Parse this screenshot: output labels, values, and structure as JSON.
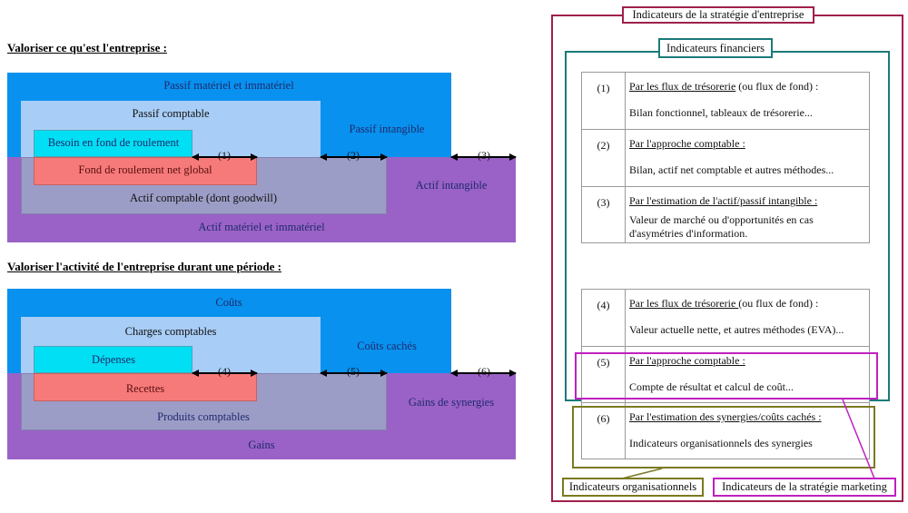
{
  "diagram_top": {
    "heading": "Valoriser ce qu'est l'entreprise :",
    "outer_top_label": "Passif matériel et immatériel",
    "outer_bottom_label": "Actif matériel et immatériel",
    "inner_top_label": "Passif comptable",
    "inner_bottom_label": "Actif comptable (dont goodwill)",
    "core_top_label": "Besoin en fond de roulement",
    "core_bottom_label": "Fond de roulement net global",
    "intangible_top_label": "Passif intangible",
    "intangible_bottom_label": "Actif intangible",
    "gaps": [
      "(1)",
      "(2)",
      "(3)"
    ]
  },
  "diagram_bottom": {
    "heading": "Valoriser l'activité de l'entreprise durant une période :",
    "outer_top_label": "Coûts",
    "outer_bottom_label": "Gains",
    "inner_top_label": "Charges comptables",
    "inner_bottom_label": "Produits comptables",
    "core_top_label": "Dépenses",
    "core_bottom_label": "Recettes",
    "intangible_top_label": "Coûts cachés",
    "intangible_bottom_label": "Gains de synergies",
    "gaps": [
      "(4)",
      "(5)",
      "(6)"
    ]
  },
  "panel": {
    "strategy_title": "Indicateurs de la stratégie d'entreprise",
    "financial_title": "Indicateurs financiers",
    "organisational_title": "Indicateurs organisationnels",
    "marketing_title": "Indicateurs de la stratégie marketing",
    "colors": {
      "strategy": "#a0204a",
      "financial": "#1a7a7a",
      "organisational": "#7a7a20",
      "marketing": "#c020c0"
    },
    "rows": [
      {
        "num": "(1)",
        "title": "Par les flux de trésorerie",
        "suffix": " (ou flux de fond) :",
        "desc": "Bilan fonctionnel, tableaux de trésorerie..."
      },
      {
        "num": "(2)",
        "title": "Par l'approche comptable :",
        "suffix": "",
        "desc": "Bilan, actif net comptable et autres méthodes..."
      },
      {
        "num": "(3)",
        "title": "Par l'estimation de l'actif/passif  intangible :",
        "suffix": "",
        "desc": "Valeur de marché ou d'opportunités en cas d'asymétries d'information."
      },
      {
        "num": "(4)",
        "title": "Par les flux de trésorerie ",
        "suffix": "(ou flux de fond) :",
        "desc": "Valeur actuelle nette, et autres méthodes (EVA)..."
      },
      {
        "num": "(5)",
        "title": "Par l'approche comptable :",
        "suffix": "",
        "desc": "Compte de résultat et calcul de coût..."
      },
      {
        "num": "(6)",
        "title": "Par l'estimation des synergies/coûts cachés :",
        "suffix": "",
        "desc": "Indicateurs organisationnels des synergies"
      }
    ]
  }
}
